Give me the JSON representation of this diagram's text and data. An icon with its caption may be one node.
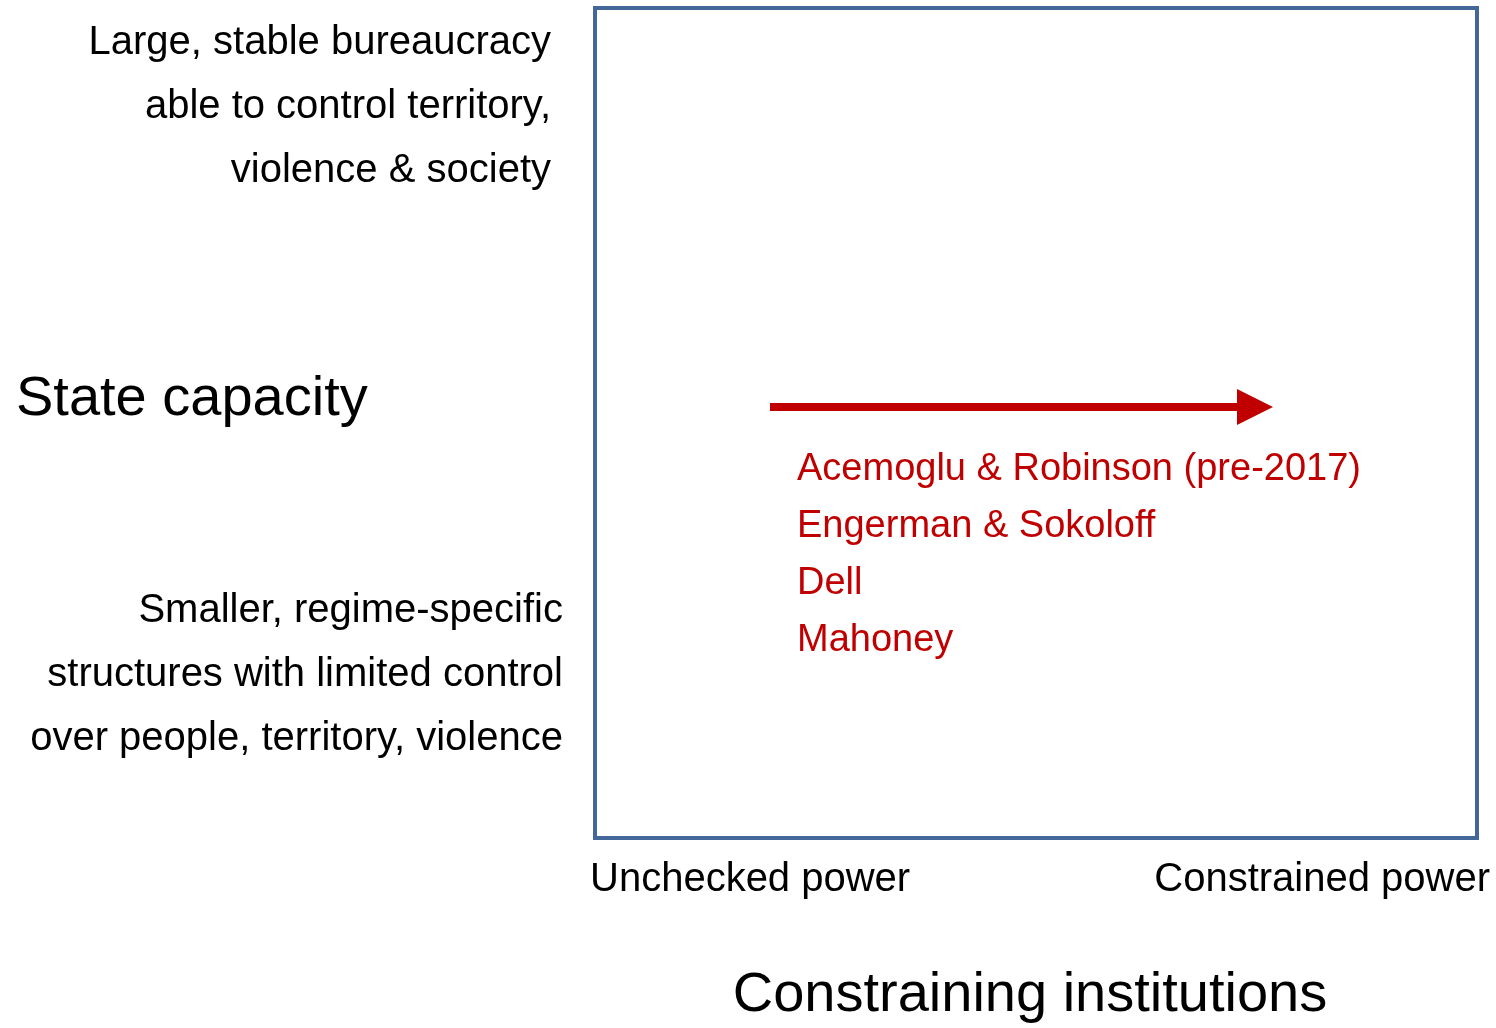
{
  "diagram": {
    "labels": [
      "Large, stable bureaucracy able to control territory, violence & society",
      "State capacity",
      "Acemoglu & Robinson (pre-2017)",
      "Engerman & Sokoloff",
      "Dell",
      "Mahoney",
      "Smaller, regime-specific structures with limited control over people, territory, violence",
      "Unchecked power",
      "Constrained power",
      "Constraining institutions"
    ]
  }
}
